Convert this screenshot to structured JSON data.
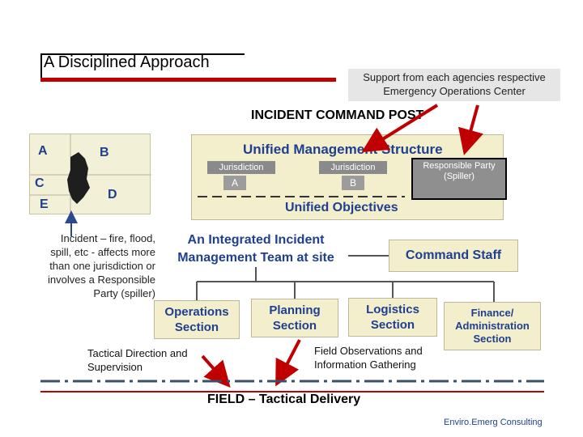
{
  "title": "A Disciplined Approach",
  "support_note": [
    "Support from each agencies respective",
    "Emergency Operations Center"
  ],
  "incident_command_post": "INCIDENT COMMAND POST",
  "map": {
    "labels": [
      "A",
      "B",
      "C",
      "D",
      "E"
    ]
  },
  "unified_management": {
    "title": "Unified Management Structure",
    "jurisdictions": [
      {
        "label": "Jurisdiction",
        "tag": "A"
      },
      {
        "label": "Jurisdiction",
        "tag": "B"
      }
    ],
    "responsible_party": [
      "Responsible Party",
      "(Spiller)"
    ],
    "objectives": "Unified Objectives"
  },
  "incident_note": [
    "Incident – fire, flood,",
    "spill, etc - affects more",
    "than one jurisdiction or",
    "involves a Responsible",
    "Party (spiller)"
  ],
  "integrated_team": [
    "An Integrated Incident",
    "Management Team at site"
  ],
  "command_staff": "Command Staff",
  "sections": [
    {
      "lines": [
        "Operations",
        "Section"
      ]
    },
    {
      "lines": [
        "Planning",
        "Section"
      ]
    },
    {
      "lines": [
        "Logistics",
        "Section"
      ]
    },
    {
      "lines": [
        "Finance/",
        "Administration",
        "Section"
      ]
    }
  ],
  "tactical_note": [
    "Tactical Direction and",
    "Supervision"
  ],
  "field_obs_note": [
    "Field Observations and",
    "Information Gathering"
  ],
  "field": "FIELD – Tactical Delivery",
  "credit": "Enviro.Emerg Consulting",
  "colors": {
    "accent_red": "#c00000",
    "navy": "#1f3f8f",
    "dash_blue": "#3a4f6a",
    "box_fill": "#f3efcc"
  }
}
